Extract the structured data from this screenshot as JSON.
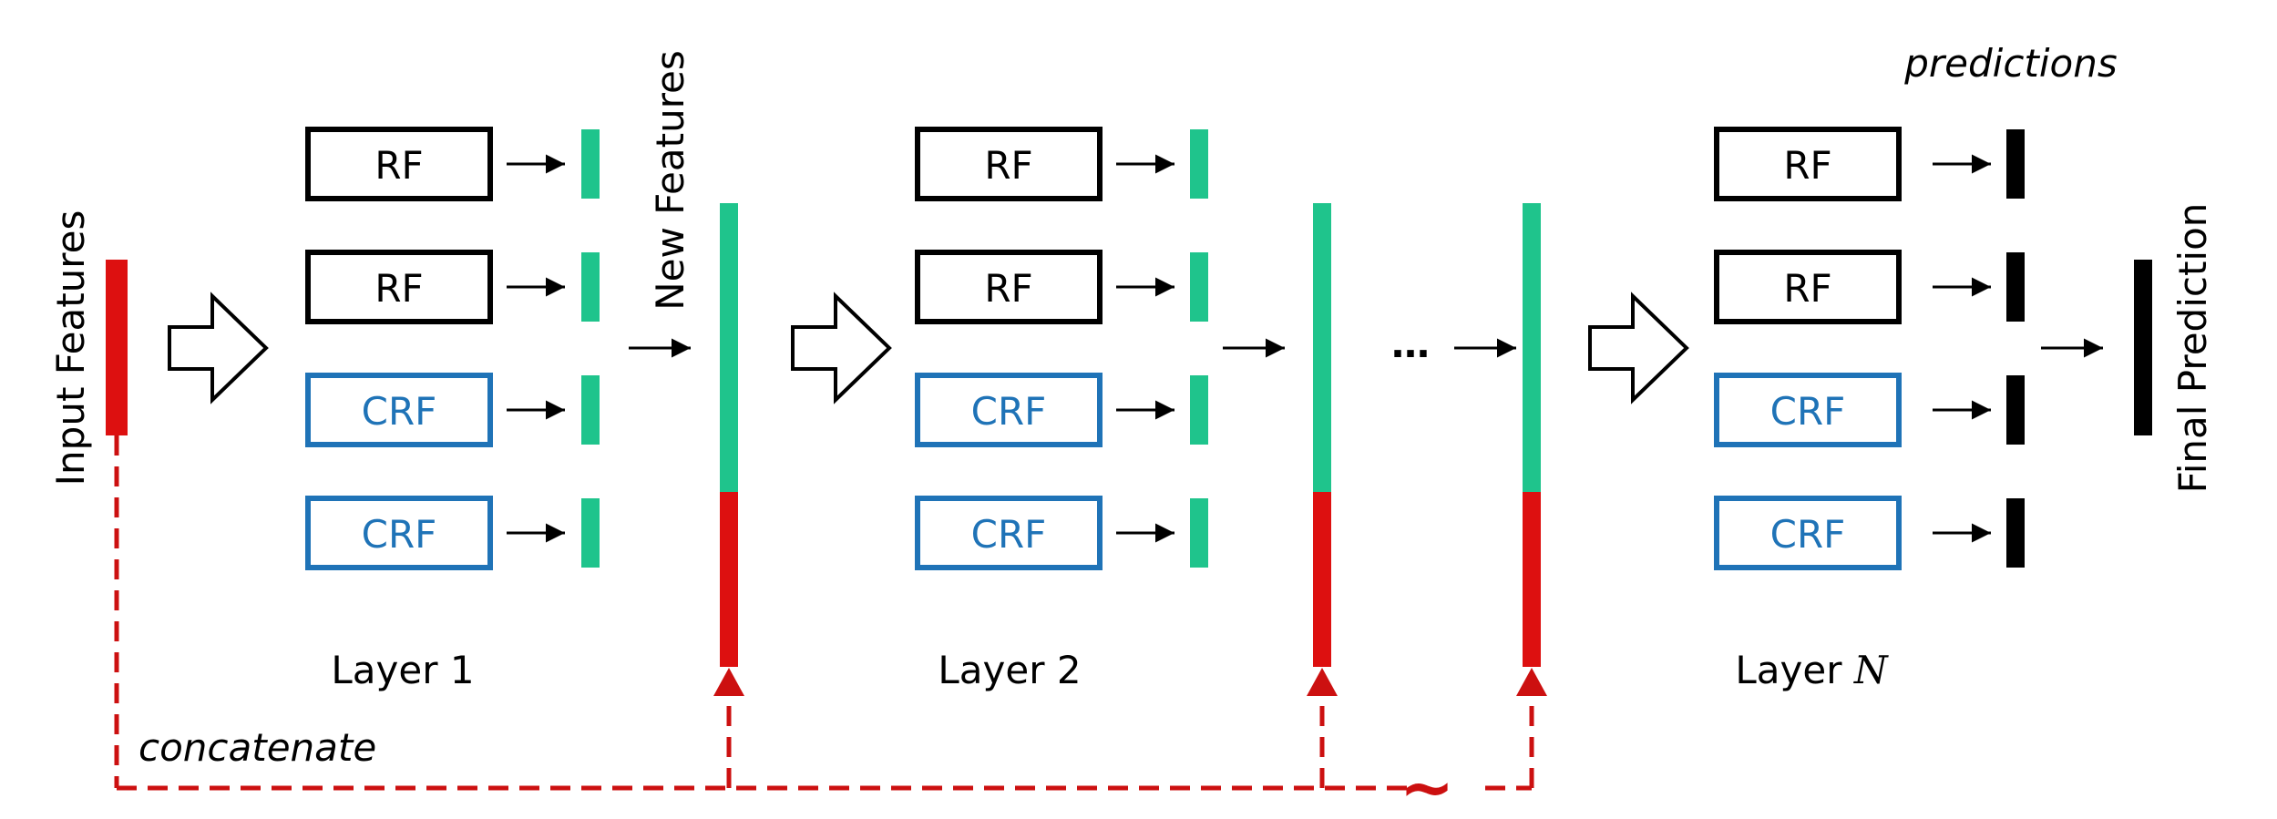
{
  "labels": {
    "input_features": "Input Features",
    "new_features": "New Features",
    "final_prediction": "Final Prediction",
    "predictions": "predictions",
    "concatenate": "concatenate",
    "ellipsis": "…",
    "tilde": "~",
    "layer_1": "Layer 1",
    "layer_2": "Layer 2",
    "layer_n_prefix": "Layer ",
    "layer_n_var": "N"
  },
  "layers": [
    {
      "name": "layer-1",
      "forests": [
        "RF",
        "RF",
        "CRF",
        "CRF"
      ]
    },
    {
      "name": "layer-2",
      "forests": [
        "RF",
        "RF",
        "CRF",
        "CRF"
      ]
    },
    {
      "name": "layer-n",
      "forests": [
        "RF",
        "RF",
        "CRF",
        "CRF"
      ]
    }
  ],
  "colors": {
    "rf_border": "#000000",
    "rf_text": "#000000",
    "crf_border": "#1f73b7",
    "crf_text": "#1f73b7",
    "class_vector": "#1fc48c",
    "input_vector": "#dd1010",
    "prediction_vector": "#000000",
    "concat_line": "#cc1010"
  }
}
